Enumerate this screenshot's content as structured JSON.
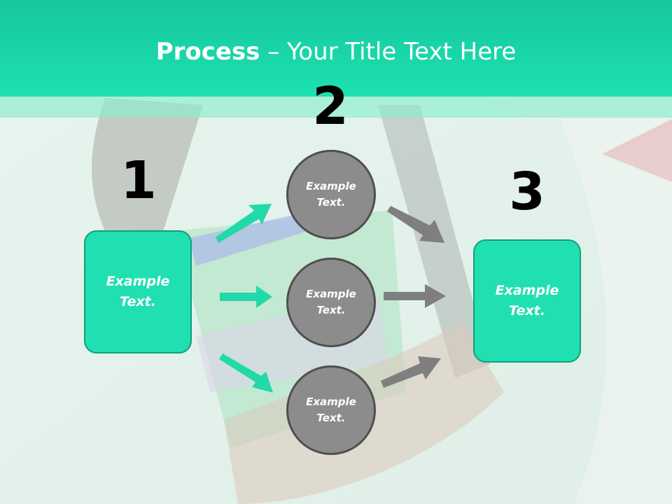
{
  "title": {
    "bold": "Process",
    "rest": " – Your Title Text Here"
  },
  "steps": [
    {
      "number": "1",
      "text": "Example\nText."
    },
    {
      "number": "2",
      "items": [
        "Example\nText.",
        "Example\nText.",
        "Example\nText."
      ]
    },
    {
      "number": "3",
      "text": "Example\nText."
    }
  ],
  "colors": {
    "accent": "#1de1b0",
    "accent_dark": "#12a07c",
    "circle_fill": "#8c8c8c",
    "circle_border": "#4f4f4f",
    "arrow_in": "#22d9aa",
    "arrow_out": "#808080"
  }
}
